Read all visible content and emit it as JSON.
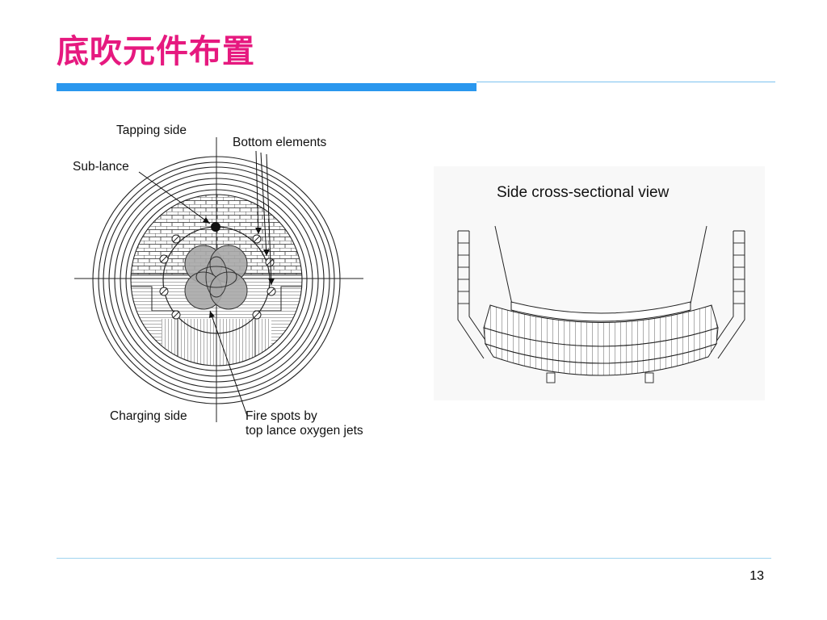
{
  "slide": {
    "title": "底吹元件布置",
    "page_number": "13"
  },
  "plan_view": {
    "label_tapping_side": "Tapping side",
    "label_bottom_elements": "Bottom elements",
    "label_sub_lance": "Sub-lance",
    "label_charging_side": "Charging side",
    "label_fire_spots_line1": "Fire spots by",
    "label_fire_spots_line2": "top lance oxygen jets"
  },
  "section_view": {
    "title": "Side cross-sectional view"
  },
  "colors": {
    "title": "#e6197f",
    "accent_bar": "#2a97ee",
    "fire_spot": "#a7a7a7"
  }
}
